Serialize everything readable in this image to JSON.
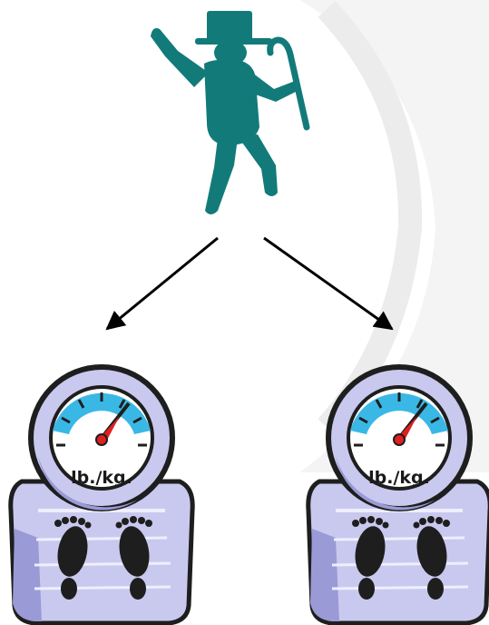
{
  "colors": {
    "background": "#ffffff",
    "watermark": "#f3f3f3",
    "figure": "#137a7a",
    "arrow": "#000000",
    "scale_body": "#c9c9ef",
    "scale_body_dark": "#9a9ad6",
    "dial_face": "#ffffff",
    "dial_band": "#39b8e6",
    "needle": "#e02020",
    "outline": "#1e1e1e"
  },
  "figure": {
    "icon": "dancing-man-with-hat-and-cane-icon"
  },
  "arrows": [
    {
      "direction": "down-left"
    },
    {
      "direction": "down-right"
    }
  ],
  "scales": [
    {
      "icon": "bathroom-scale-icon",
      "unit_label": "lb./kg."
    },
    {
      "icon": "bathroom-scale-icon",
      "unit_label": "lb./kg."
    }
  ]
}
